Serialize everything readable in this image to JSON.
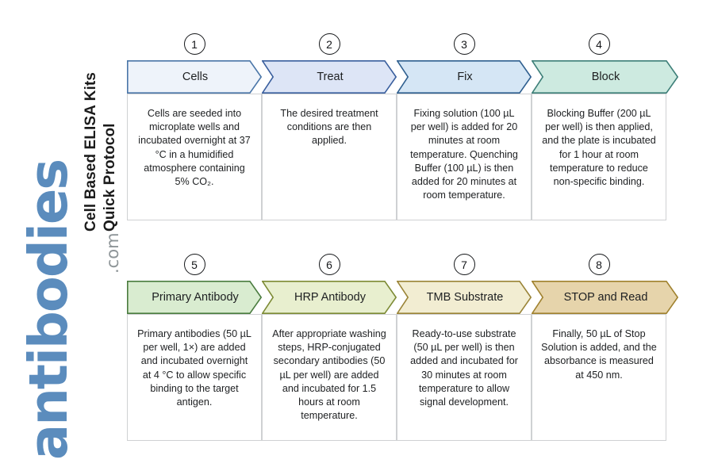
{
  "title": {
    "line1": "Cell Based ELISA Kits",
    "line2": "Quick Protocol"
  },
  "logo": {
    "word": "antibodies",
    "suffix": ".com",
    "word_color": "#5b8cbd",
    "suffix_color": "#8e9598"
  },
  "diagram": {
    "type": "process-flow",
    "rows": 2,
    "steps_per_row": 4,
    "rows_data": [
      {
        "name": "row-1",
        "steps": [
          {
            "number": "1",
            "label": "Cells",
            "fill": "#eef3fa",
            "stroke": "#4a76a8",
            "body": "Cells are seeded into microplate wells and incubated overnight at 37 °C in a humidified atmosphere containing 5% CO₂."
          },
          {
            "number": "2",
            "label": "Treat",
            "fill": "#dde5f6",
            "stroke": "#3a5f9e",
            "body": "The desired treatment conditions are then applied."
          },
          {
            "number": "3",
            "label": "Fix",
            "fill": "#d5e6f5",
            "stroke": "#2f5f8f",
            "body": "Fixing solution (100 µL per well) is added for 20 minutes at room temperature. Quenching Buffer (100 µL) is then added for 20 minutes at room temperature."
          },
          {
            "number": "4",
            "label": "Block",
            "fill": "#cdeae0",
            "stroke": "#3d7f78",
            "body": "Blocking Buffer (200 µL per well) is then applied, and the plate is incubated for 1 hour at room temperature to reduce non-specific binding."
          }
        ]
      },
      {
        "name": "row-2",
        "steps": [
          {
            "number": "5",
            "label": "Primary Antibody",
            "fill": "#d9ecd0",
            "stroke": "#4a7c3f",
            "body": "Primary antibodies (50 µL per well, 1×) are added and incubated overnight at 4 °C to allow specific binding to the target antigen."
          },
          {
            "number": "6",
            "label": "HRP Antibody",
            "fill": "#e8efcf",
            "stroke": "#7d8b35",
            "body": "After appropriate washing steps, HRP-conjugated secondary antibodies (50 µL per well) are added and incubated for 1.5 hours at room temperature."
          },
          {
            "number": "7",
            "label": "TMB Substrate",
            "fill": "#f2edd2",
            "stroke": "#9a8437",
            "body": "Ready-to-use substrate (50 µL per well) is then added and incubated for 30 minutes at room temperature to allow signal development."
          },
          {
            "number": "8",
            "label": "STOP and Read",
            "fill": "#e6d4ab",
            "stroke": "#a0822f",
            "body": "Finally, 50 µL of Stop Solution is added, and the absorbance is measured at 450 nm."
          }
        ]
      }
    ]
  }
}
